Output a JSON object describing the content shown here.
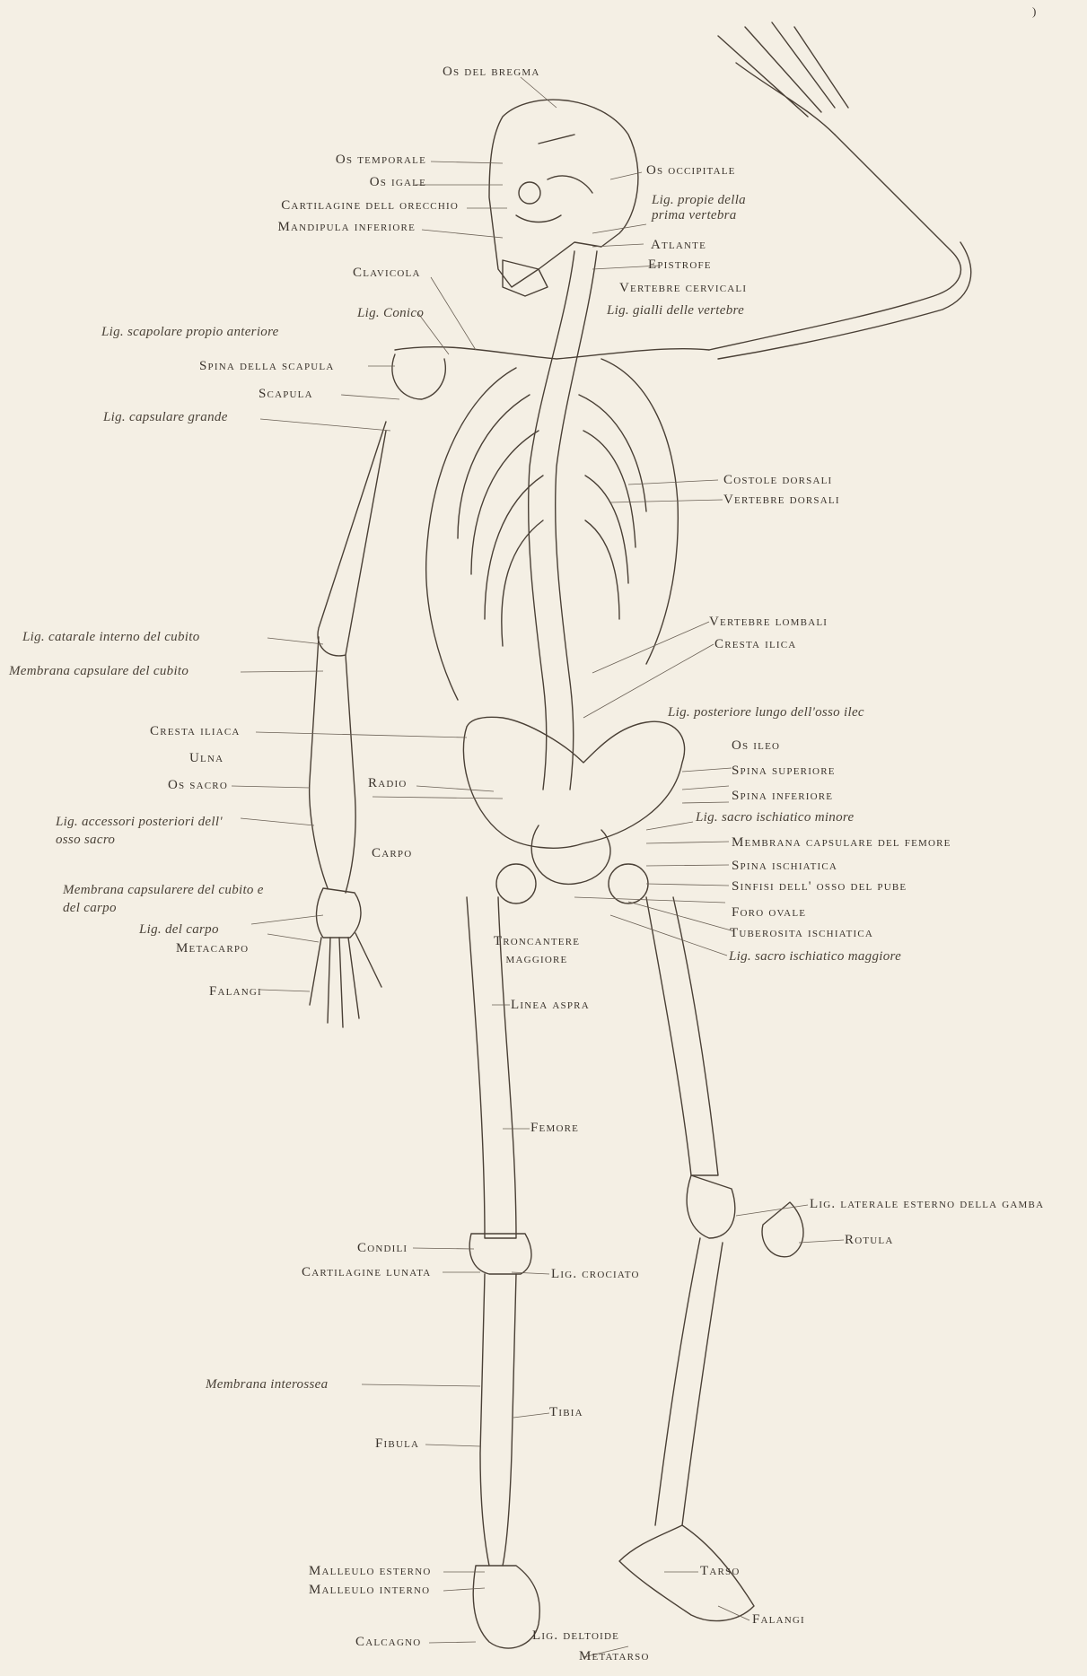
{
  "plate": {
    "page_number": ")",
    "labels": {
      "os_del_bregma": "Os del bregma",
      "os_temporale": "Os temporale",
      "os_igale": "Os igale",
      "cartilagine_orecchio": "Cartilagine dell orecchio",
      "mandibula": "Mandipula inferiore",
      "os_occipitale": "Os occipitale",
      "lig_prima_vertebra": "Lig. propie della prima vertebra",
      "atlante": "Atlante",
      "epistrofe": "Epistrofe",
      "vertebre_cervicali": "Vertebre cervicali",
      "clavicola": "Clavicola",
      "lig_conico": "Lig. Conico",
      "lig_gialli": "Lig. gialli delle vertebre",
      "lig_scapolare": "Lig. scapolare propio anteriore",
      "spina_scapula": "Spina della scapula",
      "scapula": "Scapula",
      "lig_capsulare_grande": "Lig. capsulare grande",
      "costole_dorsali": "Costole dorsali",
      "vertebre_dorsali": "Vertebre dorsali",
      "lig_laterale_cubito": "Lig. catarale interno del cubito",
      "membrana_cubito": "Membrana capsulare del cubito",
      "vertebre_lombali": "Vertebre lombali",
      "cresta_ilica": "Cresta ilica",
      "lig_posteriore": "Lig. posteriore lungo dell'osso ilec",
      "cresta_iliaca": "Cresta iliaca",
      "ulna": "Ulna",
      "os_sacro": "Os sacro",
      "radio": "Radio",
      "os_ileo": "Os ileo",
      "spina_superiore": "Spina superiore",
      "spina_inferiore": "Spina inferiore",
      "lig_accessori": "Lig. accessori posteriori dell' osso sacro",
      "carpo": "Carpo",
      "lig_sacro_minore": "Lig. sacro ischiatico minore",
      "membrana_femore": "Membrana capsulare del femore",
      "spina_ischiatica": "Spina ischiatica",
      "membrana_carpo": "Membrana capsularere del cubito e del carpo",
      "sinfisi": "Sinfisi dell' osso del pube",
      "foro_ovale": "Foro ovale",
      "lig_carpo": "Lig. del carpo",
      "tuberosita": "Tuberosita ischiatica",
      "metacarpo": "Metacarpo",
      "troncantere": "Troncantere maggiore",
      "lig_sacro_maggiore": "Lig. sacro ischiatico maggiore",
      "falangi_mano": "Falangi",
      "linea_aspra": "Linea aspra",
      "femore": "Femore",
      "lig_laterale_gamba": "Lig. laterale esterno della gamba",
      "condili": "Condili",
      "rotula": "Rotula",
      "cartilagine_lunata": "Cartilagine lunata",
      "lig_crociato": "Lig. crociato",
      "membrana_interossea": "Membrana interossea",
      "tibia": "Tibia",
      "fibula": "Fibula",
      "malleolo_esterno": "Malleulo esterno",
      "malleolo_interno": "Malleulo interno",
      "tarso": "Tarso",
      "falangi_piede": "Falangi",
      "calcagno": "Calcagno",
      "lig_deltoide": "Lig. deltoide",
      "metatarso": "Metatarso"
    }
  }
}
